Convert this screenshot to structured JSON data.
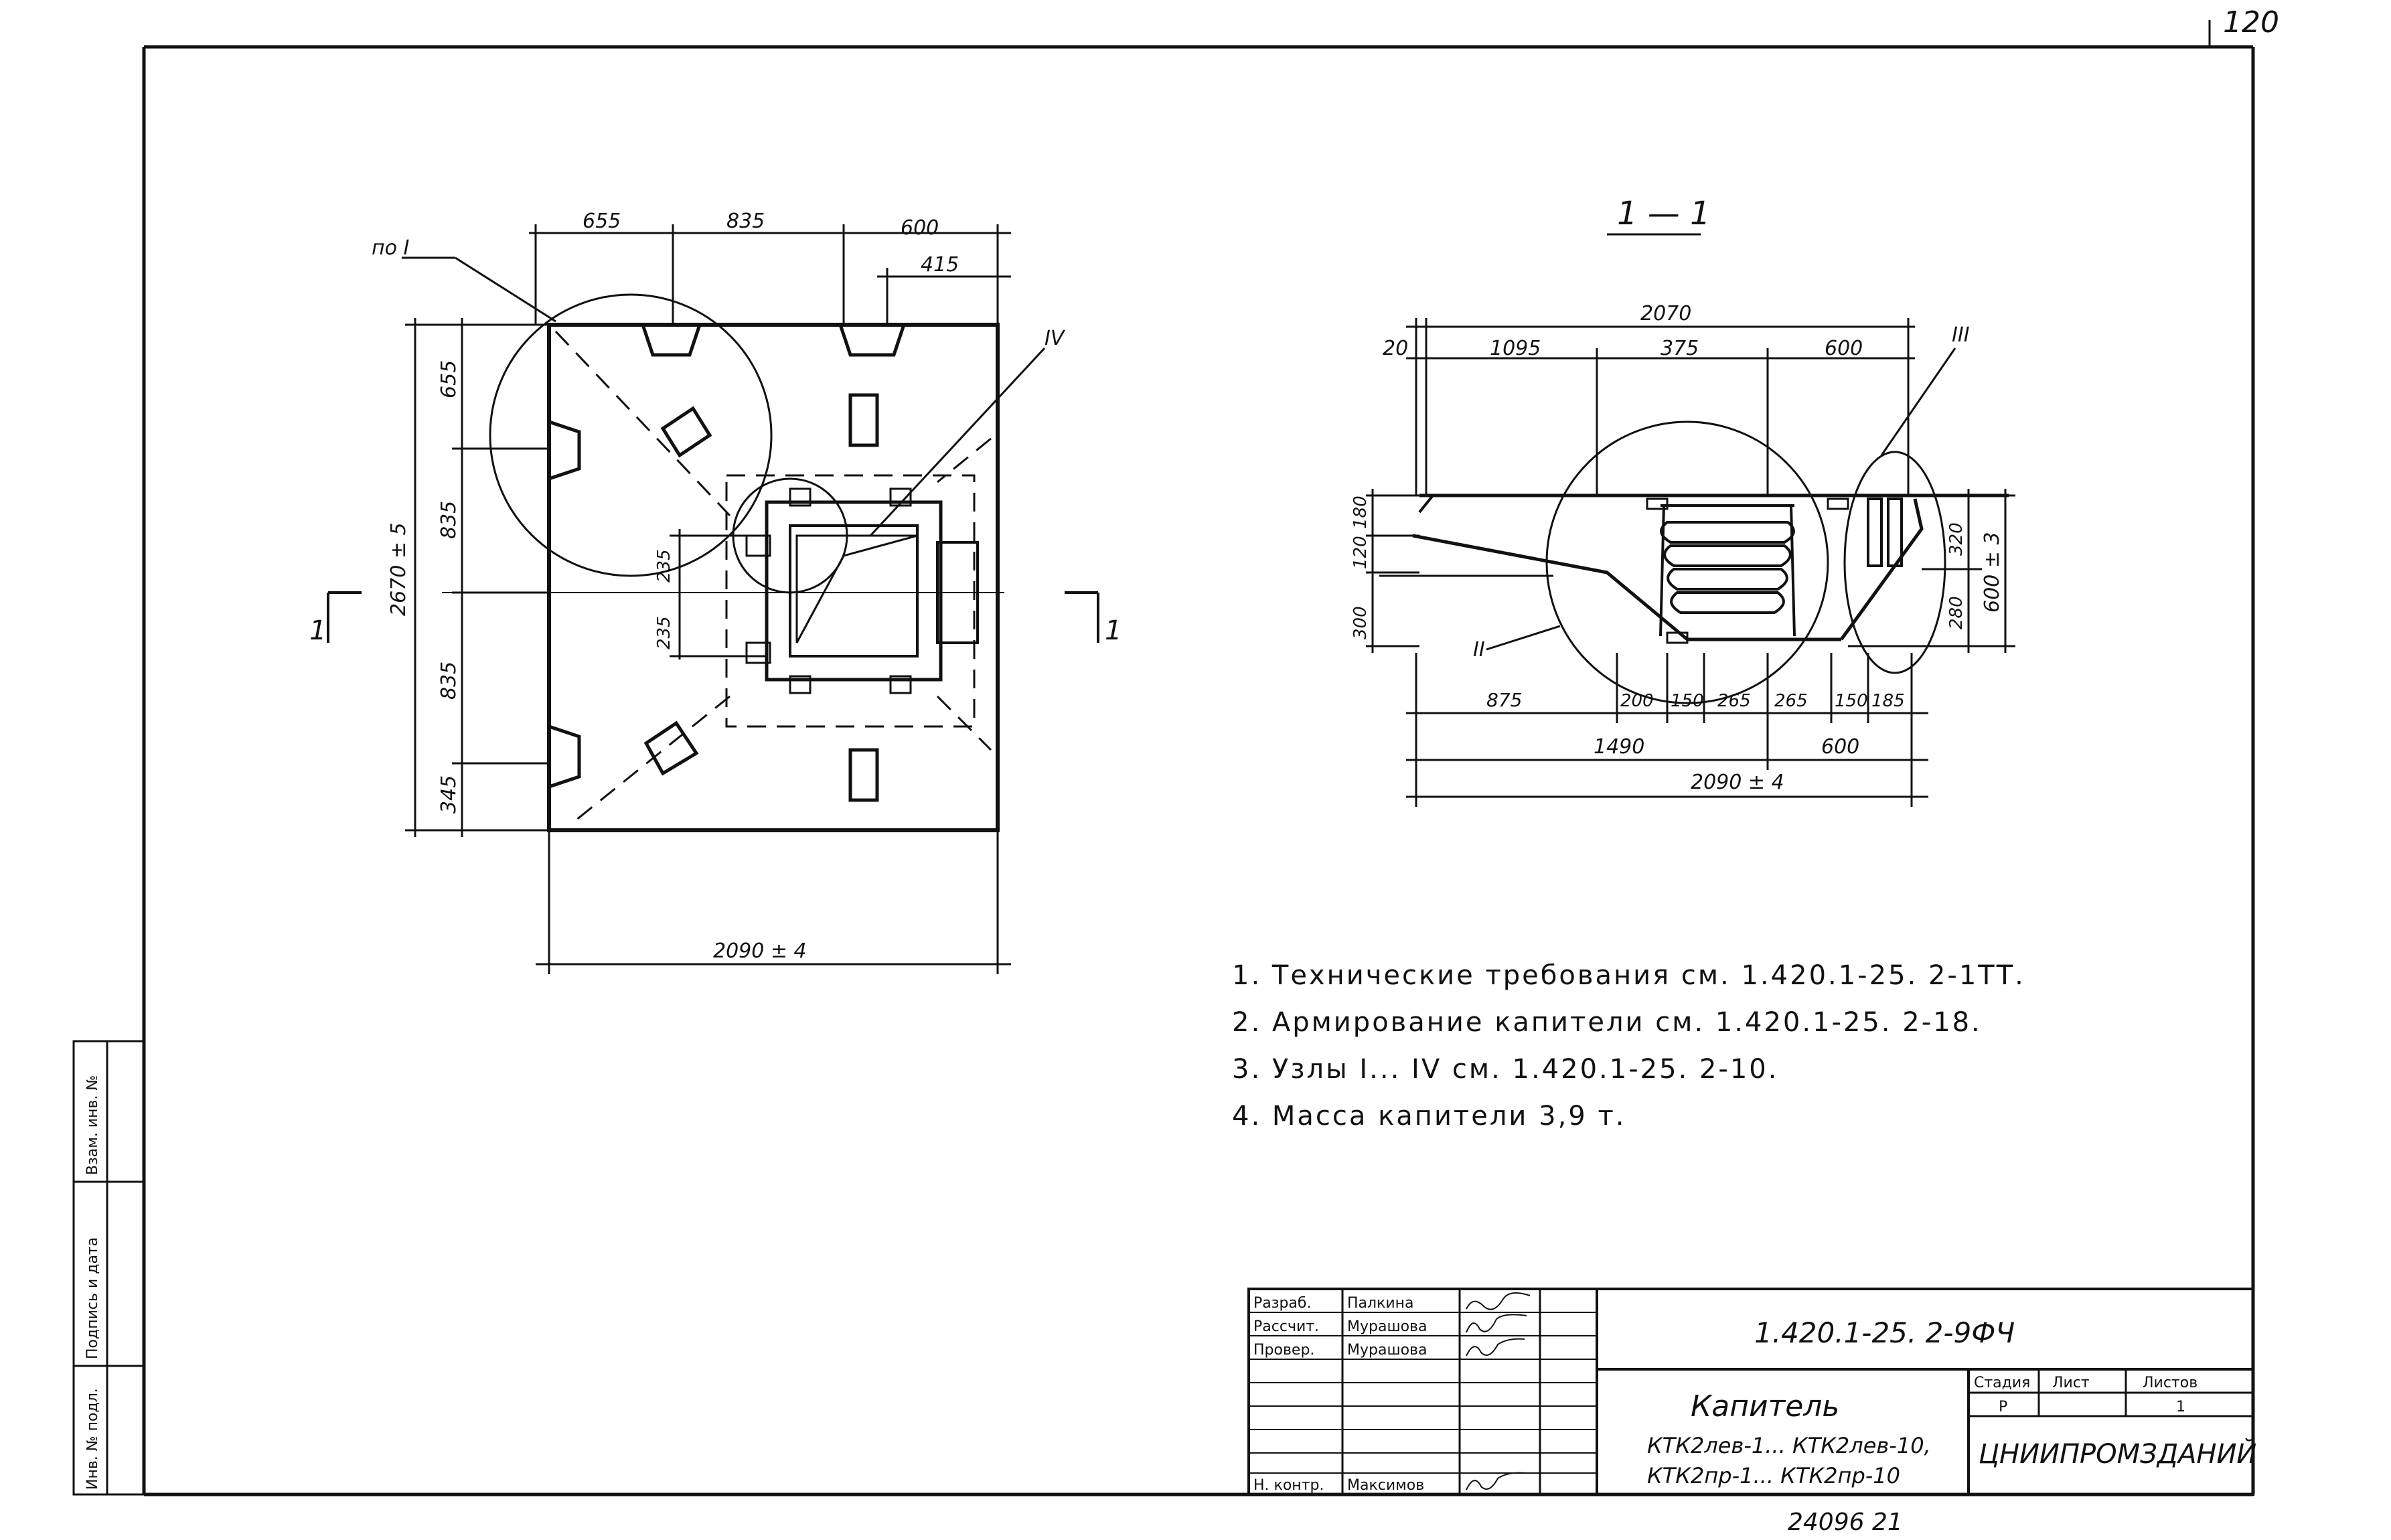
{
  "page_number": "120",
  "plan": {
    "top_dims": [
      "655",
      "835",
      "600"
    ],
    "top_sub_dim": "415",
    "left_overall": "2670 ± 5",
    "left_dims": [
      "655",
      "835",
      "835",
      "345"
    ],
    "inner_dims": [
      "235",
      "235"
    ],
    "bottom_overall": "2090 ± 4",
    "node_label_I": "по I",
    "node_label_IV": "IV",
    "cut_mark": "1"
  },
  "section": {
    "title": "1 — 1",
    "top_overall": "2070",
    "top_left": "20",
    "top_dims": [
      "1095",
      "375",
      "600"
    ],
    "node_label_III": "III",
    "node_label_II": "II",
    "left_dims": [
      "180",
      "120",
      "300"
    ],
    "right_dims": [
      "320",
      "280"
    ],
    "right_overall": "600 ± 3",
    "bottom_dims": [
      "875",
      "200",
      "150",
      "265",
      "265",
      "150",
      "185"
    ],
    "bottom_mid": [
      "1490",
      "600"
    ],
    "bottom_overall": "2090 ± 4"
  },
  "notes": [
    "1. Технические требования см. 1.420.1-25. 2-1ТТ.",
    "2. Армирование капители см. 1.420.1-25. 2-18.",
    "3. Узлы I... IV см. 1.420.1-25. 2-10.",
    "4. Масса капители 3,9 т."
  ],
  "side_stamp": [
    "Инв. № подл.",
    "Подпись и дата",
    "Взам. инв. №"
  ],
  "title_block": {
    "roles": [
      "Разраб.",
      "Рассчит.",
      "Провер.",
      "Н. контр."
    ],
    "names": [
      "Палкина",
      "Мурашова",
      "Мурашова",
      "Максимов"
    ],
    "doc_code": "1.420.1-25. 2-9ФЧ",
    "title": "Капитель",
    "subtitle_1": "КТК2лев-1... КТК2лев-10,",
    "subtitle_2": "КТК2пр-1... КТК2пр-10",
    "stage_header": "Стадия",
    "sheet_header": "Лист",
    "sheets_header": "Листов",
    "stage": "Р",
    "sheets": "1",
    "org": "ЦНИИПРОМЗДАНИЙ"
  },
  "bottom_note": "24096   21"
}
